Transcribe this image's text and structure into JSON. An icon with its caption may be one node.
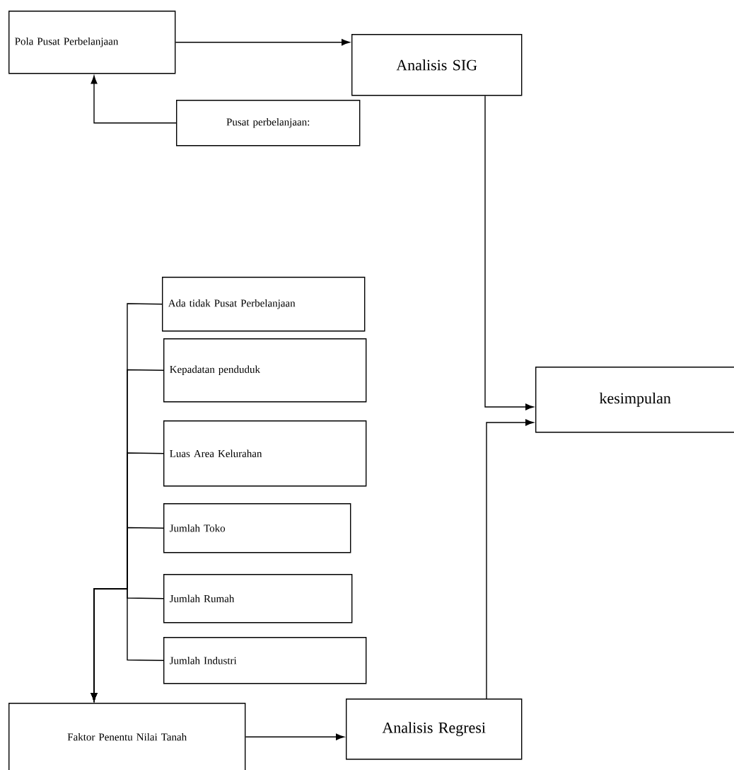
{
  "diagram": {
    "nodes": [
      {
        "text": [
          "Pola  Pusat Perbelanjaan"
        ]
      },
      {
        "text": [
          "Analisis SIG"
        ]
      },
      {
        "text": [
          "Pusat perbelanjaan:"
        ]
      },
      {
        "text": [
          "Ada tidak Pusat Perbelanjaan"
        ]
      },
      {
        "text": [
          "Kepadatan penduduk"
        ]
      },
      {
        "text": [
          "Luas Area Kelurahan"
        ]
      },
      {
        "text": [
          "Jumlah Toko"
        ]
      },
      {
        "text": [
          "Jumlah Rumah"
        ]
      },
      {
        "text": [
          "Jumlah Industri"
        ]
      },
      {
        "text": [
          "kesimpulan"
        ]
      },
      {
        "text": [
          "Faktor Penentu Nilai Tanah"
        ]
      },
      {
        "text": [
          "Analisis Regresi"
        ]
      }
    ],
    "edges": [
      {
        "from": 0,
        "to": 1,
        "arrow": "to"
      },
      {
        "from": 2,
        "to": 0,
        "arrow": "to"
      },
      {
        "from": 1,
        "to": 9,
        "arrow": "to"
      },
      {
        "from": 11,
        "to": 9,
        "arrow": "to"
      },
      {
        "from": 10,
        "to": 11,
        "arrow": "to"
      },
      {
        "from": 3,
        "to": 10,
        "arrow": "to"
      },
      {
        "from": 4,
        "to": 10,
        "arrow": "to"
      },
      {
        "from": 5,
        "to": 10,
        "arrow": "to"
      },
      {
        "from": 6,
        "to": 10,
        "arrow": "to"
      },
      {
        "from": 7,
        "to": 10,
        "arrow": "to"
      },
      {
        "from": 8,
        "to": 10,
        "arrow": "to"
      }
    ]
  }
}
